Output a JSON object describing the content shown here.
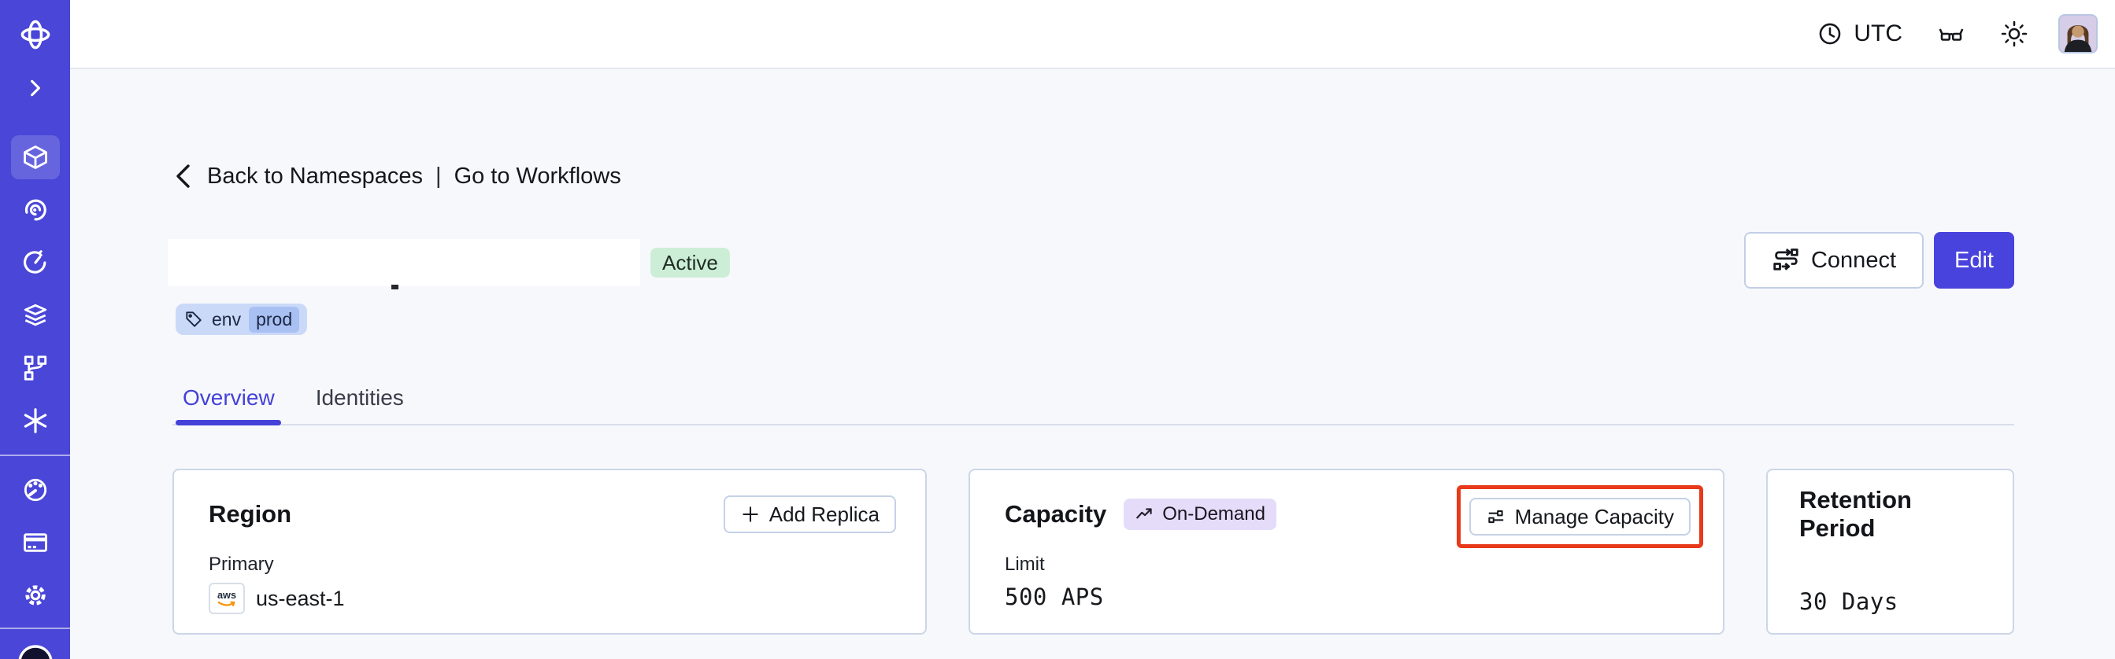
{
  "colors": {
    "accent": "#4843dc",
    "sidebar_bg": "#4946d8",
    "status_active_bg": "#cdeed6",
    "tag_outer_bg": "#cbd9f8",
    "tag_inner_bg": "#a9c0f3",
    "ondemand_badge_bg": "#e4dcf9",
    "annotation_red": "#e8391b",
    "card_border": "#ccd6e8",
    "page_bg": "#f7f8fb"
  },
  "topbar": {
    "timezone": "UTC",
    "icons": [
      "clock-icon",
      "glasses-icon",
      "sun-icon",
      "avatar"
    ]
  },
  "sidebar": {
    "icons": [
      "temporal-logo",
      "chevron-right-icon",
      "namespaces-cube-icon",
      "spiral-icon",
      "timer-icon",
      "layers-icon",
      "branch-icon",
      "nexus-asterisk-icon",
      "usage-gauge-icon",
      "billing-card-icon",
      "settings-gear-icon",
      "profile-circle-icon"
    ],
    "active_item": "namespaces"
  },
  "breadcrumb": {
    "back_label": "Back to Namespaces",
    "separator": "|",
    "workflows_label": "Go to Workflows"
  },
  "namespace": {
    "status": "Active",
    "tag_key": "env",
    "tag_value": "prod"
  },
  "actions": {
    "connect": "Connect",
    "edit": "Edit"
  },
  "tabs": {
    "overview": "Overview",
    "identities": "Identities"
  },
  "cards": {
    "region": {
      "title": "Region",
      "add_replica_label": "Add Replica",
      "plus": "+",
      "primary_label": "Primary",
      "provider": "aws",
      "region_value": "us-east-1"
    },
    "capacity": {
      "title": "Capacity",
      "badge": "On-Demand",
      "manage_label": "Manage Capacity",
      "limit_label": "Limit",
      "limit_value": "500 APS"
    },
    "retention": {
      "title": "Retention Period",
      "value": "30 Days"
    }
  }
}
